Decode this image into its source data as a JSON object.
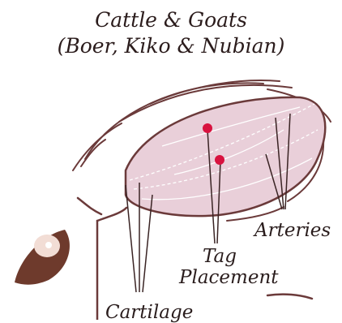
{
  "title": {
    "line1": "Cattle & Goats",
    "line2": "(Boer, Kiko & Nubian)"
  },
  "labels": {
    "arteries": "Arteries",
    "tag_line1": "Tag",
    "tag_line2": "Placement",
    "cartilage": "Cartilage"
  },
  "colors": {
    "ear_fill": "#e9cfd9",
    "outline": "#6b3a3a",
    "tag_dot": "#d8123f",
    "eye": "#6e3a2c"
  }
}
